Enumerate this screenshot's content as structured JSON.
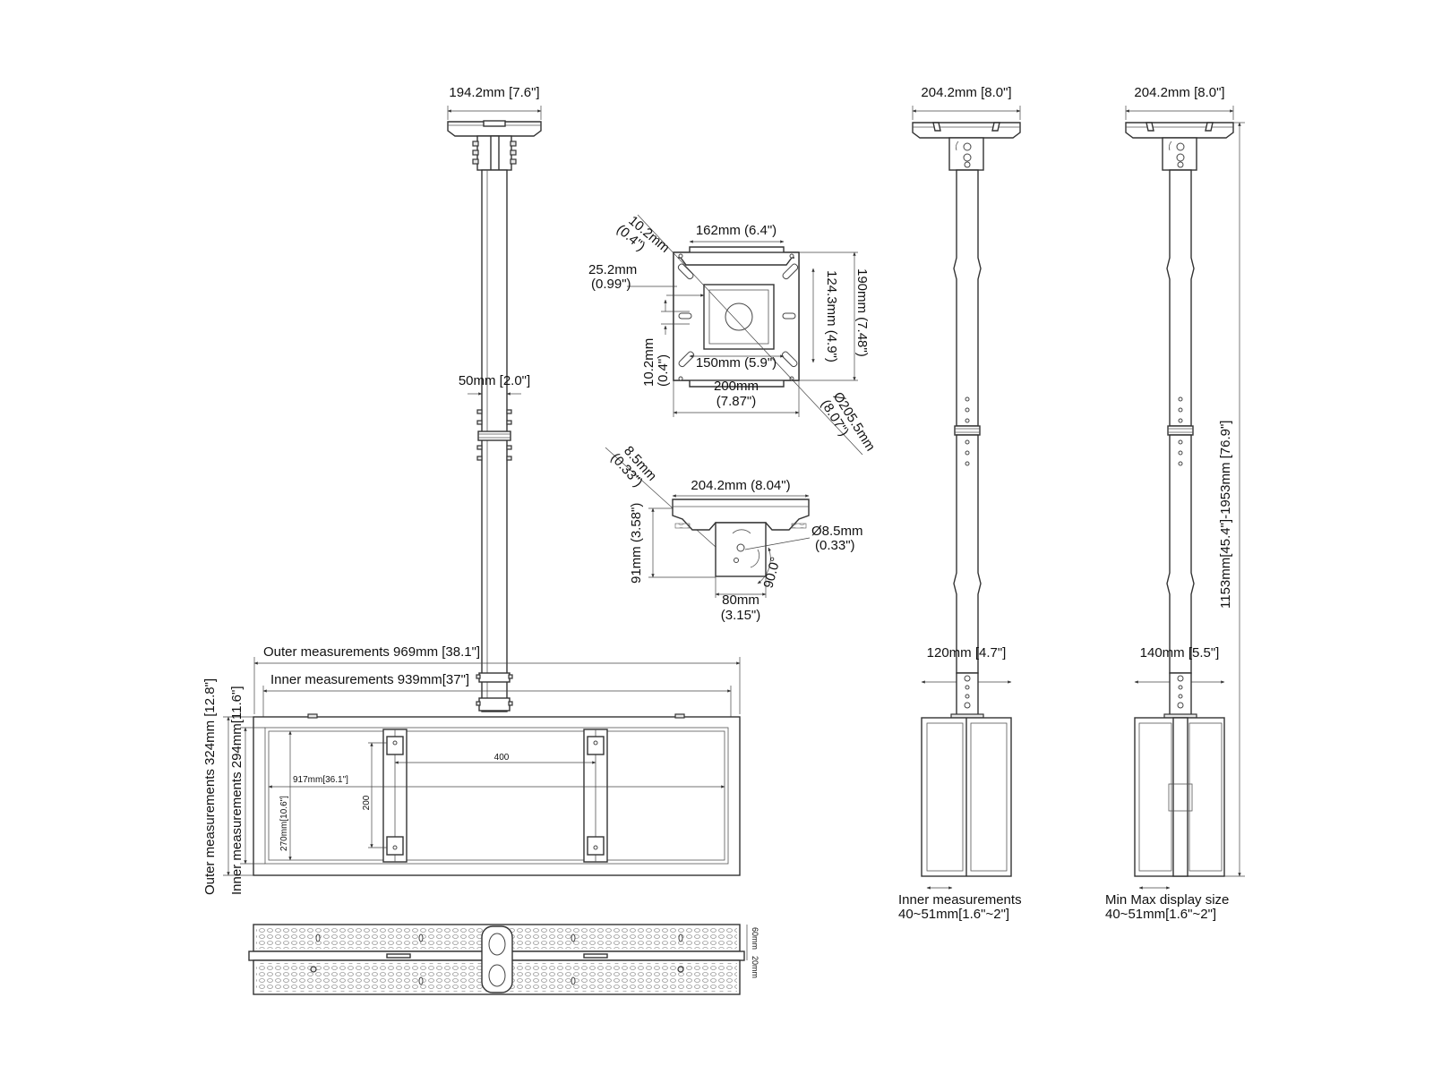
{
  "front_view": {
    "plate_width": "194.2mm [7.6\"]",
    "pole_diameter": "50mm [2.0\"]"
  },
  "plate_detail": {
    "hole_10_2_a": [
      "10.2mm",
      "(0.4\")"
    ],
    "width_162": "162mm (6.4\")",
    "height_190": "190mm (7.48\")",
    "slot_25_2": [
      "25.2mm",
      "(0.99\")"
    ],
    "height_124_3": "124.3mm (4.9\")",
    "hole_10_2_b": [
      "10.2mm",
      "(0.4\")"
    ],
    "width_150": "150mm (5.9\")",
    "width_200": [
      "200mm",
      "(7.87\")"
    ],
    "diameter_205_5": [
      "Ø205.5mm",
      "(8.07\")"
    ]
  },
  "bracket_detail": {
    "hole_8_5_a": [
      "8.5mm",
      "(0.33\")"
    ],
    "width_204_2": "204.2mm (8.04\")",
    "height_91": "91mm (3.58\")",
    "hole_8_5_b": [
      "Ø8.5mm",
      "(0.33\")"
    ],
    "angle": "90.0°",
    "width_80": [
      "80mm",
      "(3.15\")"
    ]
  },
  "frame": {
    "outer_width": "Outer measurements 969mm [38.1\"]",
    "inner_width": "Inner measurements 939mm[37\"]",
    "outer_height": "Outer measurements 324mm [12.8\"]",
    "inner_height": "Inner measurements 294mm[11.6\"]",
    "width_917": "917mm[36.1\"]",
    "vesa_400": "400",
    "vesa_200": "200",
    "height_270": "270mm[10.6\"]",
    "depth_60": "60mm",
    "depth_20": "20mm"
  },
  "side_view_1": {
    "plate_width": "204.2mm [8.0\"]",
    "base_width": "120mm [4.7\"]",
    "caption": [
      "Inner measurements",
      "40~51mm[1.6\"~2\"]"
    ]
  },
  "side_view_2": {
    "plate_width": "204.2mm [8.0\"]",
    "base_width": "140mm [5.5\"]",
    "pole_length": "1153mm[45.4\"]-1953mm [76.9\"]",
    "caption": [
      "Min Max display size",
      "40~51mm[1.6\"~2\"]"
    ]
  }
}
